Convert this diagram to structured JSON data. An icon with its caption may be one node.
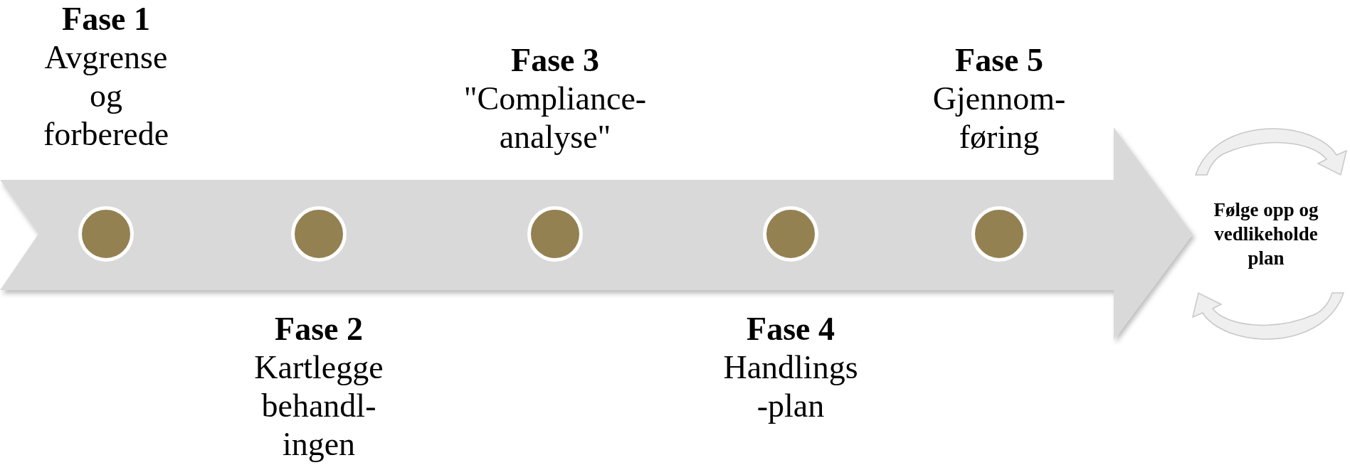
{
  "diagram": {
    "nodes": [
      {
        "text": [],
        "shape": "arrow"
      },
      {
        "text": [],
        "shape": "circle",
        "in": 0,
        "beside": [
          "Fase 1",
          "Avgrense og forberede"
        ]
      },
      {
        "text": [],
        "shape": "circle",
        "in": 0,
        "beside": [
          "Fase 2",
          "Kartlegge behandl- ingen"
        ]
      },
      {
        "text": [],
        "shape": "circle",
        "in": 0,
        "beside": [
          "Fase 3",
          "\"Compliance- analyse\""
        ]
      },
      {
        "text": [],
        "shape": "circle",
        "in": 0,
        "beside": [
          "Fase 4",
          "Handlings -plan"
        ]
      },
      {
        "text": [],
        "shape": "circle",
        "in": 0,
        "beside": [
          "Fase 5",
          "Gjennom- føring"
        ]
      },
      {
        "text": [
          "Følge opp og vedlikeholde plan"
        ]
      }
    ],
    "edges": []
  }
}
